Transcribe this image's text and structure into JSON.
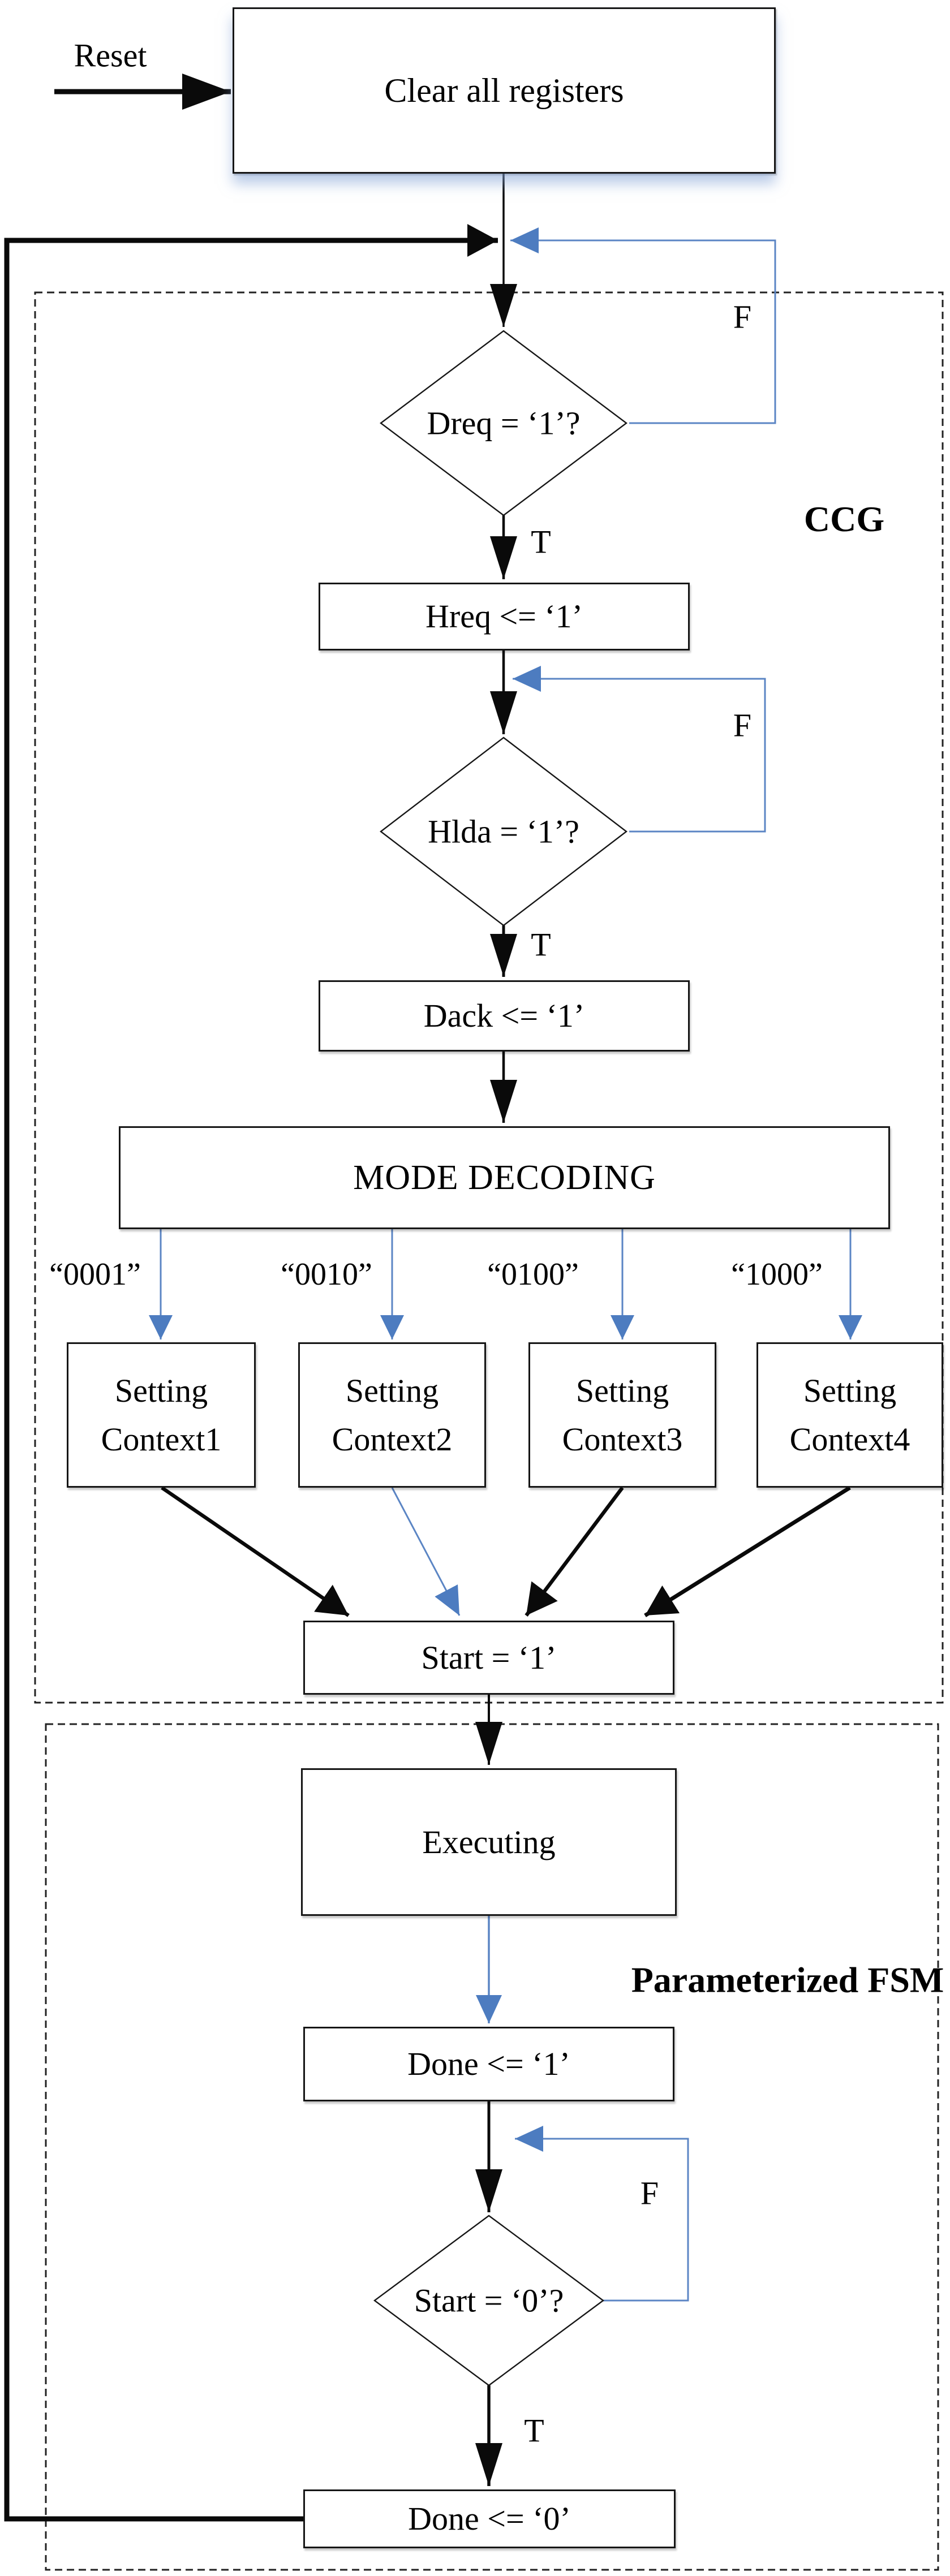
{
  "colors": {
    "accent_blue_fill": "#4d7cc0",
    "accent_blue_line": "#5b85c4",
    "flow_black": "#0a0a0a"
  },
  "nodes": {
    "clear": {
      "label": "Clear all registers"
    },
    "dreq": {
      "label": "Dreq = ‘1’?"
    },
    "hreq": {
      "label": "Hreq <= ‘1’"
    },
    "hlda": {
      "label": "Hlda = ‘1’?"
    },
    "dack": {
      "label": "Dack <= ‘1’"
    },
    "mode": {
      "label": "MODE DECODING"
    },
    "ctx1": {
      "label": "Setting Context1"
    },
    "ctx2": {
      "label": "Setting Context2"
    },
    "ctx3": {
      "label": "Setting Context3"
    },
    "ctx4": {
      "label": "Setting Context4"
    },
    "start_set": {
      "label": "Start = ‘1’"
    },
    "executing": {
      "label": "Executing"
    },
    "done_set": {
      "label": "Done <= ‘1’"
    },
    "start_chk": {
      "label": "Start = ‘0’?"
    },
    "done_clr": {
      "label": "Done <= ‘0’"
    }
  },
  "edge_labels": {
    "reset": "Reset",
    "true": "T",
    "false": "F"
  },
  "branch_labels": [
    "“0001”",
    "“0010”",
    "“0100”",
    "“1000”"
  ],
  "groups": {
    "ccg": {
      "label": "CCG"
    },
    "fsm": {
      "label": "Parameterized FSM"
    }
  }
}
